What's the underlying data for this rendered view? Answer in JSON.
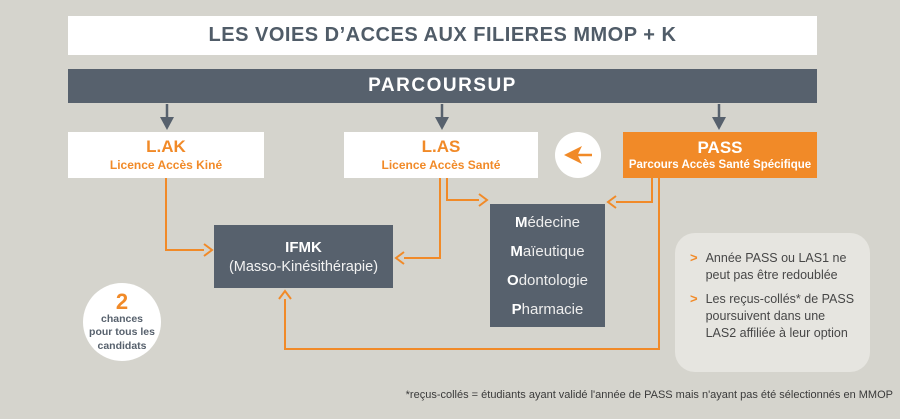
{
  "colors": {
    "background": "#d5d4cd",
    "slate": "#57616d",
    "orange": "#f18a28",
    "white": "#ffffff",
    "callout_bg": "#e6e5e0"
  },
  "header": {
    "title": "LES VOIES D’ACCES AUX FILIERES MMOP + K",
    "platform": "PARCOURSUP"
  },
  "entries": {
    "lak": {
      "title": "L.AK",
      "subtitle": "Licence Accès Kiné"
    },
    "las": {
      "title": "L.AS",
      "subtitle": "Licence Accès Santé"
    },
    "pass": {
      "title": "PASS",
      "subtitle": "Parcours Accès Santé Spécifique"
    }
  },
  "destinations": {
    "ifmk": {
      "title": "IFMK",
      "subtitle": "(Masso-Kinésithérapie)"
    },
    "mmop": {
      "items": [
        {
          "lead": "M",
          "rest": "édecine"
        },
        {
          "lead": "M",
          "rest": "aïeutique"
        },
        {
          "lead": "O",
          "rest": "dontologie"
        },
        {
          "lead": "P",
          "rest": "harmacie"
        }
      ]
    }
  },
  "chances_badge": {
    "number": "2",
    "line1": "chances",
    "line2": "pour tous les",
    "line3": "candidats"
  },
  "callout": {
    "bullet": ">",
    "items": [
      "Année PASS ou LAS1 ne peut pas être redoublée",
      "Les reçus-collés* de PASS poursuivent dans une LAS2 affiliée à leur option"
    ]
  },
  "footnote": "*reçus-collés = étudiants ayant validé l'année de PASS mais n'ayant pas été sélectionnés en MMOP"
}
